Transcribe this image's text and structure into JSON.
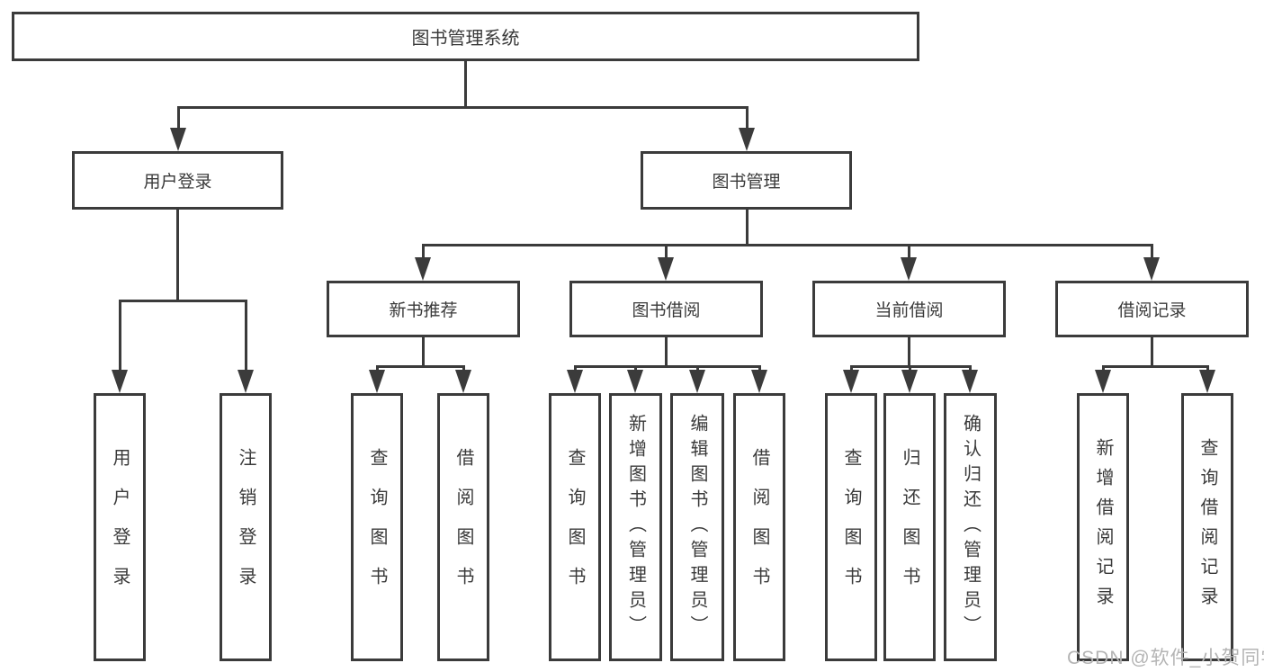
{
  "diagram_type": "hierarchy-org-chart",
  "tree": {
    "label": "图书管理系统",
    "children": [
      {
        "label": "用户登录",
        "children": [
          {
            "label": "用户登录"
          },
          {
            "label": "注销登录"
          }
        ]
      },
      {
        "label": "图书管理",
        "children": [
          {
            "label": "新书推荐",
            "children": [
              {
                "label": "查询图书"
              },
              {
                "label": "借阅图书"
              }
            ]
          },
          {
            "label": "图书借阅",
            "children": [
              {
                "label": "查询图书"
              },
              {
                "label": "新增图书（管理员）"
              },
              {
                "label": "编辑图书（管理员）"
              },
              {
                "label": "借阅图书"
              }
            ]
          },
          {
            "label": "当前借阅",
            "children": [
              {
                "label": "查询图书"
              },
              {
                "label": "归还图书"
              },
              {
                "label": "确认归还（管理员）"
              }
            ]
          },
          {
            "label": "借阅记录",
            "children": [
              {
                "label": "新增借阅记录"
              },
              {
                "label": "查询借阅记录"
              }
            ]
          }
        ]
      }
    ]
  },
  "watermark": {
    "text": "CSDN @软件_小贺同学"
  },
  "colors": {
    "line": "#3b3b3b",
    "text": "#3a3a3a",
    "box_fill": "#ffffff",
    "watermark": "#b4b4b4",
    "background": "#ffffff"
  }
}
